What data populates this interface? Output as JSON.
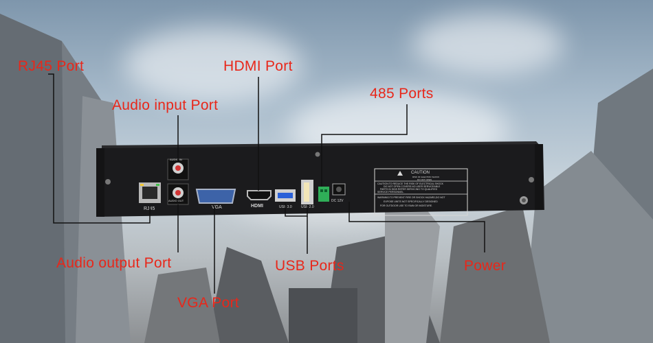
{
  "callouts": {
    "rj45": "RJ45 Port",
    "hdmi": "HDMI Port",
    "audio_in": "Audio input Port",
    "rs485": "485 Ports",
    "audio_out": "Audio output Port",
    "usb": "USB Ports",
    "power": "Power",
    "vga": "VGA Port"
  },
  "device": {
    "rj45_label": "RJ45",
    "audio_in_label": "AUDIO IN",
    "audio_out_label": "AUDIO OUT",
    "vga_label": "VGA",
    "hdmi_label": "HDMI",
    "usb3_label": "USB 3.0",
    "usb2_label": "USB 2.0",
    "dc_label": "DC 12V",
    "caution_title": "CAUTION",
    "caution_line1": "RISK OF ELECTRIC SHOCK",
    "caution_line2": "DO NOT OPEN",
    "warning1": "CAUTION:TO REDUCE THE RISK OF ELECTRICAL SHOCK",
    "warning2": "DO NOT OPEN COVERS.NO USER SERVICEABLE",
    "warning3": "PARTS IN SIDE.REFER SERVICING TO QUALIFIED",
    "warning4": "SERVICE PERSONNEL.",
    "warning5": "WARNING:TO PREVENT FIRE OR SHOCK HAZARD,DO NOT",
    "warning6": "EXPOSE UNITS NOT SPECIFICALLY DESIGNED",
    "warning7": "FOR OUTDOOR USE TO RAIN OR MOISTURE."
  },
  "colors": {
    "callout_text": "#e8271a",
    "leader_line": "#111111",
    "chassis": "#1b1b1d"
  }
}
